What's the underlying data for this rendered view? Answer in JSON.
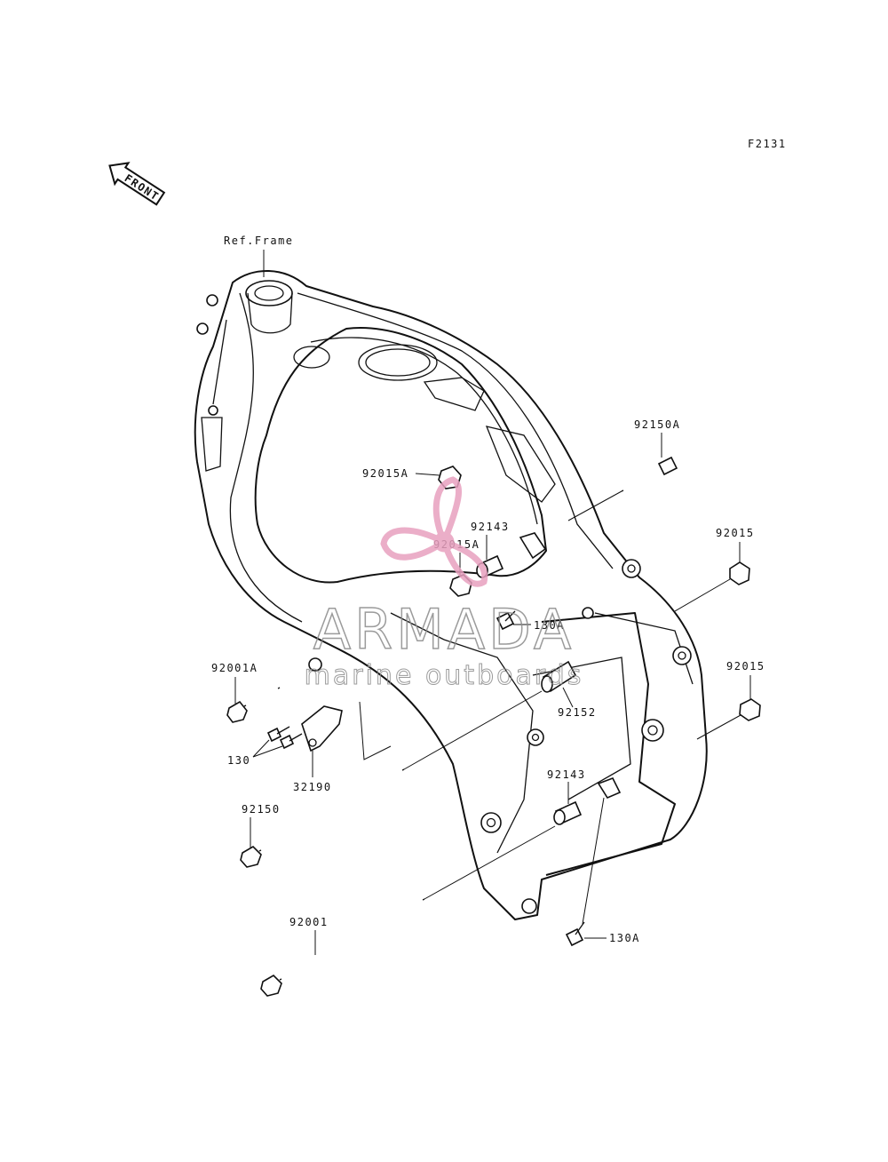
{
  "diagram": {
    "figure_code": "F2131",
    "direction_label": "FRONT",
    "reference_label": "Ref.Frame",
    "parts": {
      "p92150A": "92150A",
      "p92015A_top": "92015A",
      "p92143_top": "92143",
      "p92015A_mid": "92015A",
      "p92015_top": "92015",
      "p130A_mid": "130A",
      "p92001A": "92001A",
      "p92015_right": "92015",
      "p92152": "92152",
      "p130": "130",
      "p32190": "32190",
      "p92143_low": "92143",
      "p92150": "92150",
      "p92001": "92001",
      "p130A_low": "130A"
    }
  },
  "watermark": {
    "brand": "ARMADA",
    "tagline": "marine outboards",
    "logo_color": "#e8a0bf",
    "text_color": "#8a8a8a"
  }
}
